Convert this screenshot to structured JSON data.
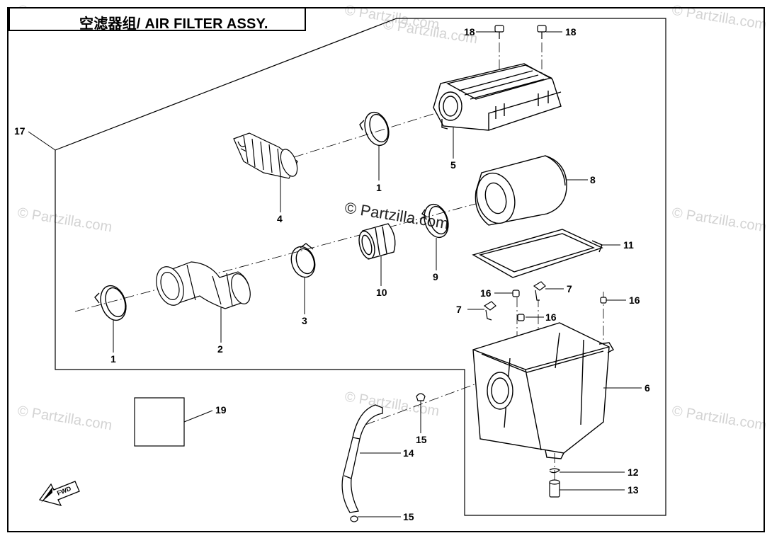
{
  "title": "空滤器组/ AIR FILTER ASSY.",
  "watermarks": [
    {
      "text": "© Partzilla.com"
    },
    {
      "text": "© Partzilla.com"
    },
    {
      "text": "© Partzilla.com"
    },
    {
      "text": "© Partzilla.com"
    },
    {
      "text": "© Partzilla.com"
    },
    {
      "text": "© Partzilla.com"
    },
    {
      "text": "© Partzilla.com"
    },
    {
      "text": "© Partzilla.com"
    },
    {
      "text": "© Partzilla.com"
    }
  ],
  "center_watermark": "© Partzilla.com",
  "fwd_label": "FWD",
  "callouts": {
    "c1a": "1",
    "c1b": "1",
    "c2": "2",
    "c3": "3",
    "c4": "4",
    "c5": "5",
    "c6": "6",
    "c7a": "7",
    "c7b": "7",
    "c8": "8",
    "c9": "9",
    "c10": "10",
    "c11": "11",
    "c12": "12",
    "c13": "13",
    "c14": "14",
    "c15a": "15",
    "c15b": "15",
    "c16a": "16",
    "c16b": "16",
    "c16c": "16",
    "c17": "17",
    "c18a": "18",
    "c18b": "18",
    "c19": "19"
  }
}
